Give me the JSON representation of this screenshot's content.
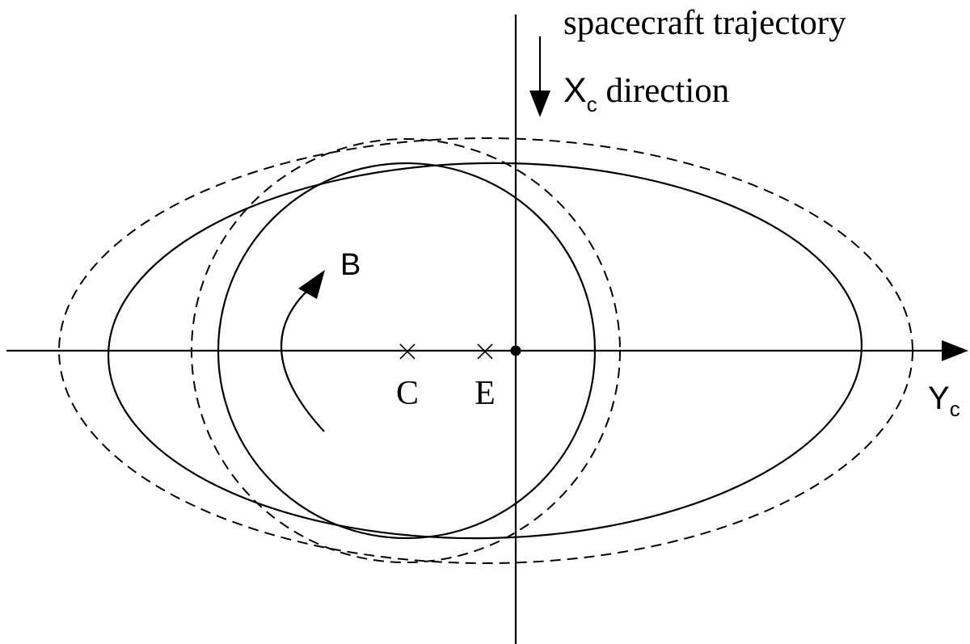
{
  "labels": {
    "trajectory": "spacecraft trajectory",
    "x_axis_main": "X",
    "x_axis_sub": "c",
    "x_axis_suffix": " direction",
    "y_axis_main": "Y",
    "y_axis_sub": "c",
    "field": "B",
    "point_c": "C",
    "point_e": "E"
  },
  "colors": {
    "line": "#000000",
    "background": "#ffffff"
  }
}
